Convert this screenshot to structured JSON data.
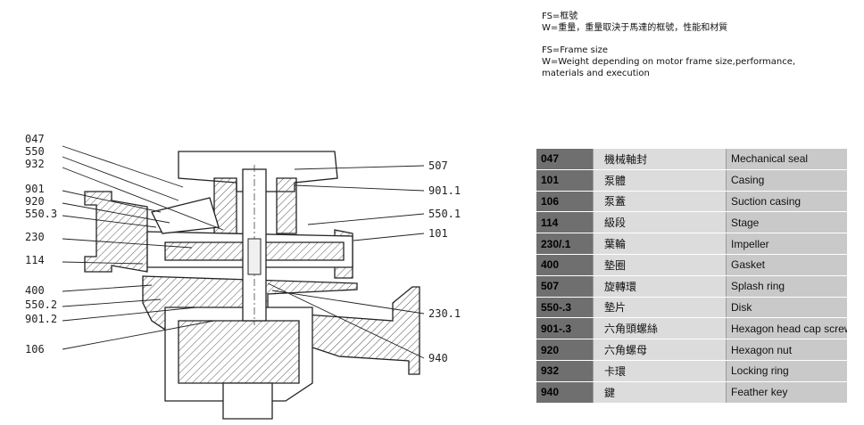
{
  "notes": {
    "zh_line1": "FS=框號",
    "zh_line2": "W=重量，重量取決于馬達的框號，性能和材質",
    "en_line1": "FS=Frame size",
    "en_line2": "W=Weight depending on motor frame size,performance,",
    "en_line3": "materials and execution"
  },
  "callouts_left": [
    "047",
    "550",
    "932",
    "901",
    "920",
    "550.3",
    "230",
    "114",
    "400",
    "550.2",
    "901.2",
    "106"
  ],
  "callouts_right": [
    "507",
    "901.1",
    "550.1",
    "101",
    "230.1",
    "940"
  ],
  "parts": [
    {
      "no": "047",
      "zh": "機械軸封",
      "en": "Mechanical seal"
    },
    {
      "no": "101",
      "zh": "泵體",
      "en": "Casing"
    },
    {
      "no": "106",
      "zh": "泵蓋",
      "en": "Suction casing"
    },
    {
      "no": "114",
      "zh": "級段",
      "en": "Stage"
    },
    {
      "no": "230/.1",
      "zh": "葉輪",
      "en": "Impeller"
    },
    {
      "no": "400",
      "zh": "墊圈",
      "en": "Gasket"
    },
    {
      "no": "507",
      "zh": "旋轉環",
      "en": "Splash ring"
    },
    {
      "no": "550-.3",
      "zh": "墊片",
      "en": "Disk"
    },
    {
      "no": "901-.3",
      "zh": "六角頭螺絲",
      "en": "Hexagon head cap screw"
    },
    {
      "no": "920",
      "zh": "六角螺母",
      "en": "Hexagon nut"
    },
    {
      "no": "932",
      "zh": "卡環",
      "en": "Locking ring"
    },
    {
      "no": "940",
      "zh": "鍵",
      "en": "Feather key"
    }
  ]
}
